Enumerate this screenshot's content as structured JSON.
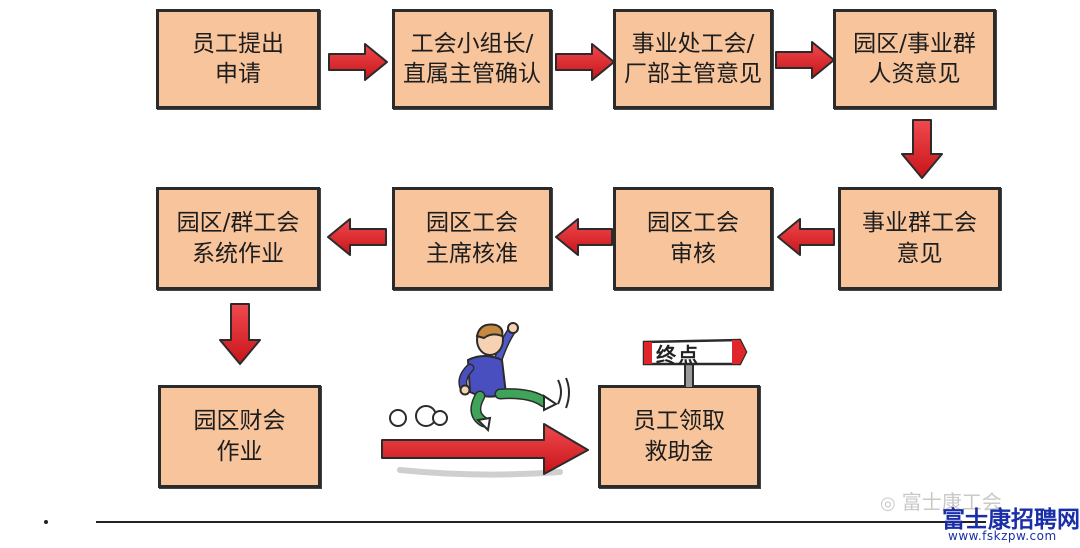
{
  "steps": {
    "s1": "员工提出\n申请",
    "s2": "工会小组长/\n直属主管确认",
    "s3": "事业处工会/\n厂部主管意见",
    "s4": "园区/事业群\n人资意见",
    "s5": "事业群工会\n意见",
    "s6": "园区工会\n审核",
    "s7": "园区工会\n主席核准",
    "s8": "园区/群工会\n系统作业",
    "s9": "园区财会\n作业",
    "s10": "员工领取\n救助金"
  },
  "sign": {
    "text": "终点"
  },
  "watermark": {
    "text": "富士康工会"
  },
  "brand": {
    "name": "富士康招聘网",
    "url": "www.fskzpw.com"
  },
  "colors": {
    "box_fill": "#f7c49c",
    "arrow_red": "#e0262b",
    "border": "#2b2b2b",
    "brand_blue": "#1a2ea8"
  }
}
